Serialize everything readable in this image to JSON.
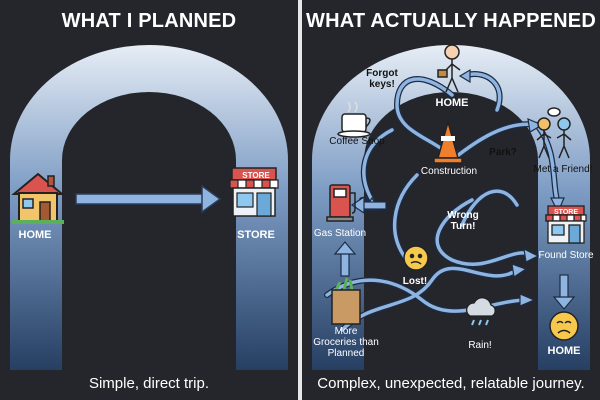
{
  "left": {
    "title": "WHAT I PLANNED",
    "home_label": "HOME",
    "store_label": "STORE",
    "store_sign": "STORE",
    "caption": "Simple, direct trip."
  },
  "right": {
    "title": "WHAT ACTUALLY HAPPENED",
    "forgot_keys": "Forgot keys!",
    "home_top": "HOME",
    "coffee_shop": "Coffee Shop",
    "construction": "Construction",
    "park": "Park?",
    "met_friend": "Met a Friend!",
    "gas_station": "Gas Station",
    "wrong_turn": "Wrong Turn!",
    "store_sign": "STORE",
    "found_store": "Found Store",
    "lost": "Lost!",
    "more_groceries": "More Groceries than Planned",
    "rain": "Rain!",
    "home_bottom": "HOME",
    "caption": "Complex, unexpected, relatable journey."
  },
  "colors": {
    "background": "#24262c",
    "arch_top": "#dfe8f2",
    "arch_bottom": "#27446b",
    "arrow": "#8fb4e0"
  }
}
